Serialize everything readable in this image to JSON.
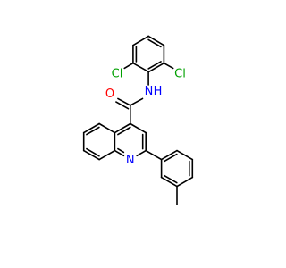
{
  "atoms": {
    "cl_left": {
      "label": "Cl",
      "color": "#00a000"
    },
    "cl_right": {
      "label": "Cl",
      "color": "#00a000"
    },
    "nh": {
      "label": "N",
      "h": "H",
      "color": "#0000ff"
    },
    "carbonyl_o": {
      "label": "O",
      "color": "#ff0000"
    },
    "ring_n": {
      "label": "N",
      "color": "#0000ff"
    }
  }
}
